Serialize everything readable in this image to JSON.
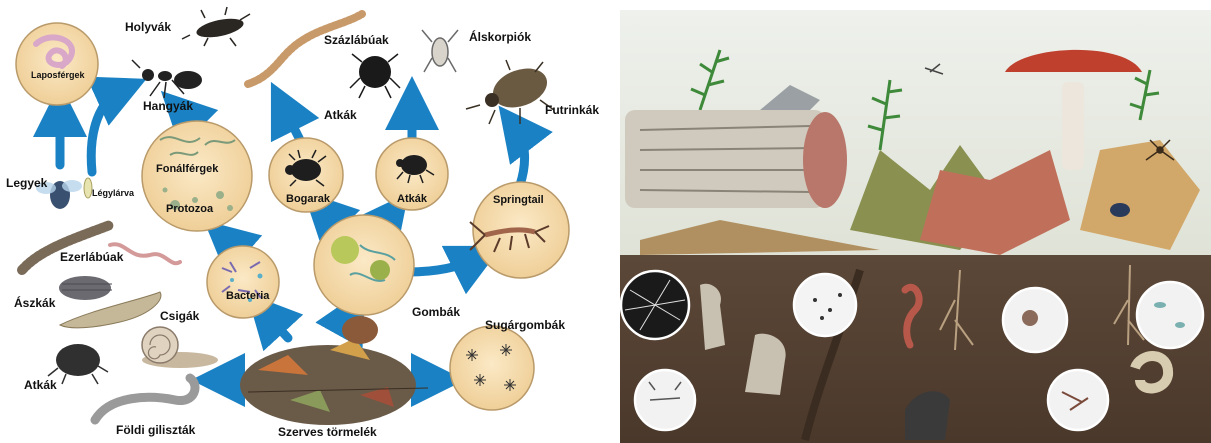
{
  "labels": {
    "laposfergek": "Laposférgek",
    "holyvak": "Holyvák",
    "hangyak": "Hangyák",
    "szazlabuak": "Százlábúak",
    "alskorpiok": "Álskorpiók",
    "atkak_top": "Atkák",
    "futrinkak": "Futrinkák",
    "legyek": "Legyek",
    "legylarva": "Légylárva",
    "fonalfergek": "Fonálférgek",
    "protozoa": "Protozoa",
    "bogarak": "Bogarak",
    "atkak_mid": "Atkák",
    "springtail": "Springtail",
    "ezerlabuak": "Ezerlábúak",
    "aszkak": "Ászkák",
    "bacteria": "Bacteria",
    "gombak": "Gombák",
    "csigak": "Csigák",
    "sugargombak": "Sugárgombák",
    "atkak_bottom": "Atkák",
    "foldi_gilisztak": "Földi giliszták",
    "szerves_tormelek": "Szerves törmelék"
  },
  "colors": {
    "arrow": "#1a82c4",
    "circle_fill": "#f6dcae",
    "circle_stroke": "#b99a6a",
    "sky": "#e9eee8",
    "soil": "#5a4636",
    "log": "#cfcabd",
    "leaf": "#c0705a",
    "fern": "#3f8a3a",
    "mushroom_cap": "#c0402e"
  },
  "icons": [
    "flatworm-icon",
    "rove-beetle-icon",
    "ant-icon",
    "centipede-icon",
    "mite-icon",
    "pseudoscorpion-icon",
    "ground-beetle-icon",
    "fly-icon",
    "larva-icon",
    "nematode-icon",
    "beetle-icon",
    "springtail-icon",
    "millipede-icon",
    "woodlouse-icon",
    "bacteria-icon",
    "fungi-icon",
    "snail-icon",
    "slug-icon",
    "actinomycetes-icon",
    "earthworm-icon",
    "organic-debris-icon"
  ]
}
